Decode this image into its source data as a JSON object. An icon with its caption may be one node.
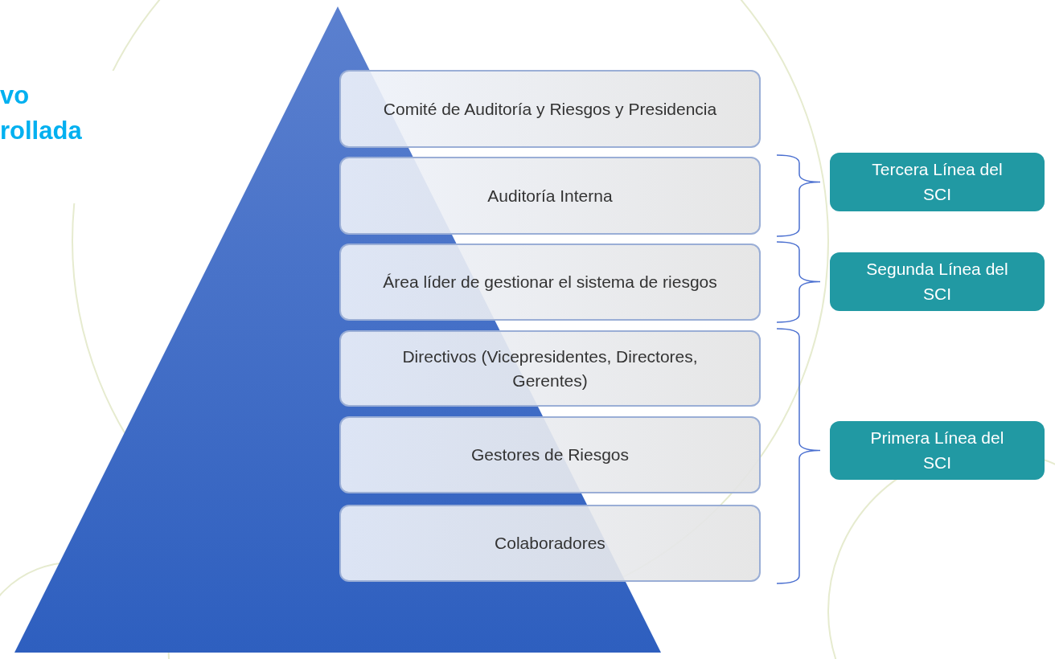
{
  "diagram": {
    "nodes": [
      {
        "text": [
          "Comité de Auditoría y Riesgos y Presidencia"
        ]
      },
      {
        "text": [
          "Auditoría Interna"
        ]
      },
      {
        "text": [
          "Área líder de gestionar el sistema de riesgos"
        ]
      },
      {
        "text": [
          "Directivos (Vicepresidentes, Directores, Gerentes)"
        ]
      },
      {
        "text": [
          "Gestores de Riesgos"
        ]
      },
      {
        "text": [
          "Colaboradores"
        ]
      },
      {
        "text": [
          "Tercera Línea del SCI"
        ]
      },
      {
        "text": [
          "Segunda Línea del SCI"
        ]
      },
      {
        "text": [
          "Primera Línea del SCI"
        ]
      }
    ],
    "labels": [
      "vo",
      "rollada"
    ]
  }
}
